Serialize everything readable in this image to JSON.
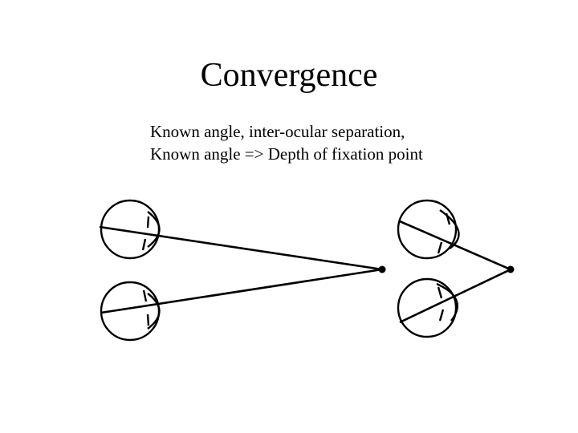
{
  "slide": {
    "title": "Convergence",
    "caption_lines": [
      "Known angle, inter-ocular separation,",
      "Known angle => Depth of fixation point"
    ]
  },
  "colors": {
    "background": "#ffffff",
    "ink": "#000000"
  }
}
